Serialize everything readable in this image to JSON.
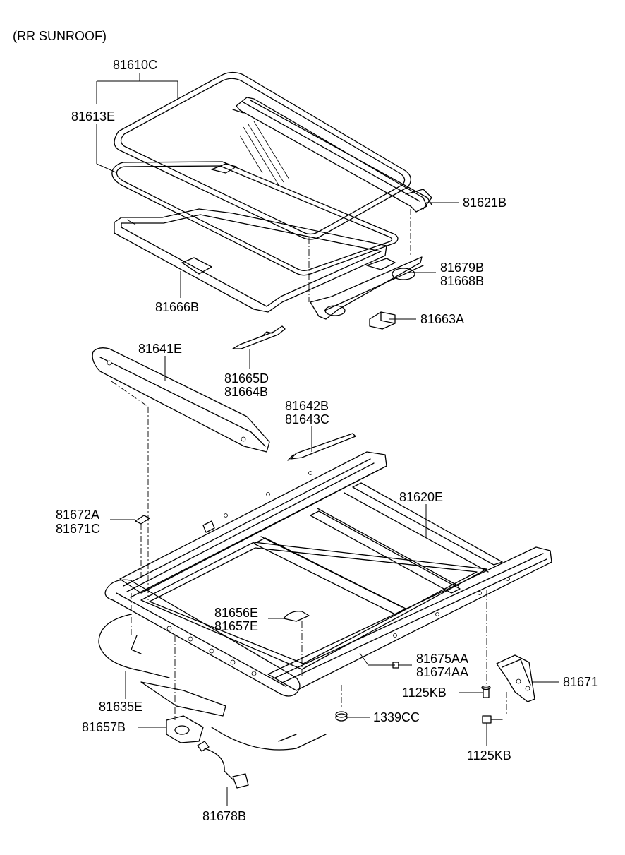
{
  "diagram": {
    "title": "(RR SUNROOF)",
    "labels": {
      "p81610C": "81610C",
      "p81613E": "81613E",
      "p81621B": "81621B",
      "p81679B": "81679B",
      "p81668B": "81668B",
      "p81663A": "81663A",
      "p81666B": "81666B",
      "p81641E": "81641E",
      "p81665D": "81665D",
      "p81664B": "81664B",
      "p81642B": "81642B",
      "p81643C": "81643C",
      "p81620E": "81620E",
      "p81672A": "81672A",
      "p81671C": "81671C",
      "p81656E": "81656E",
      "p81657E": "81657E",
      "p81675AA": "81675AA",
      "p81674AA": "81674AA",
      "p1125KB_a": "1125KB",
      "p81671": "81671",
      "p1339CC": "1339CC",
      "p1125KB_b": "1125KB",
      "p81635E": "81635E",
      "p81657B": "81657B",
      "p81678B": "81678B"
    }
  }
}
